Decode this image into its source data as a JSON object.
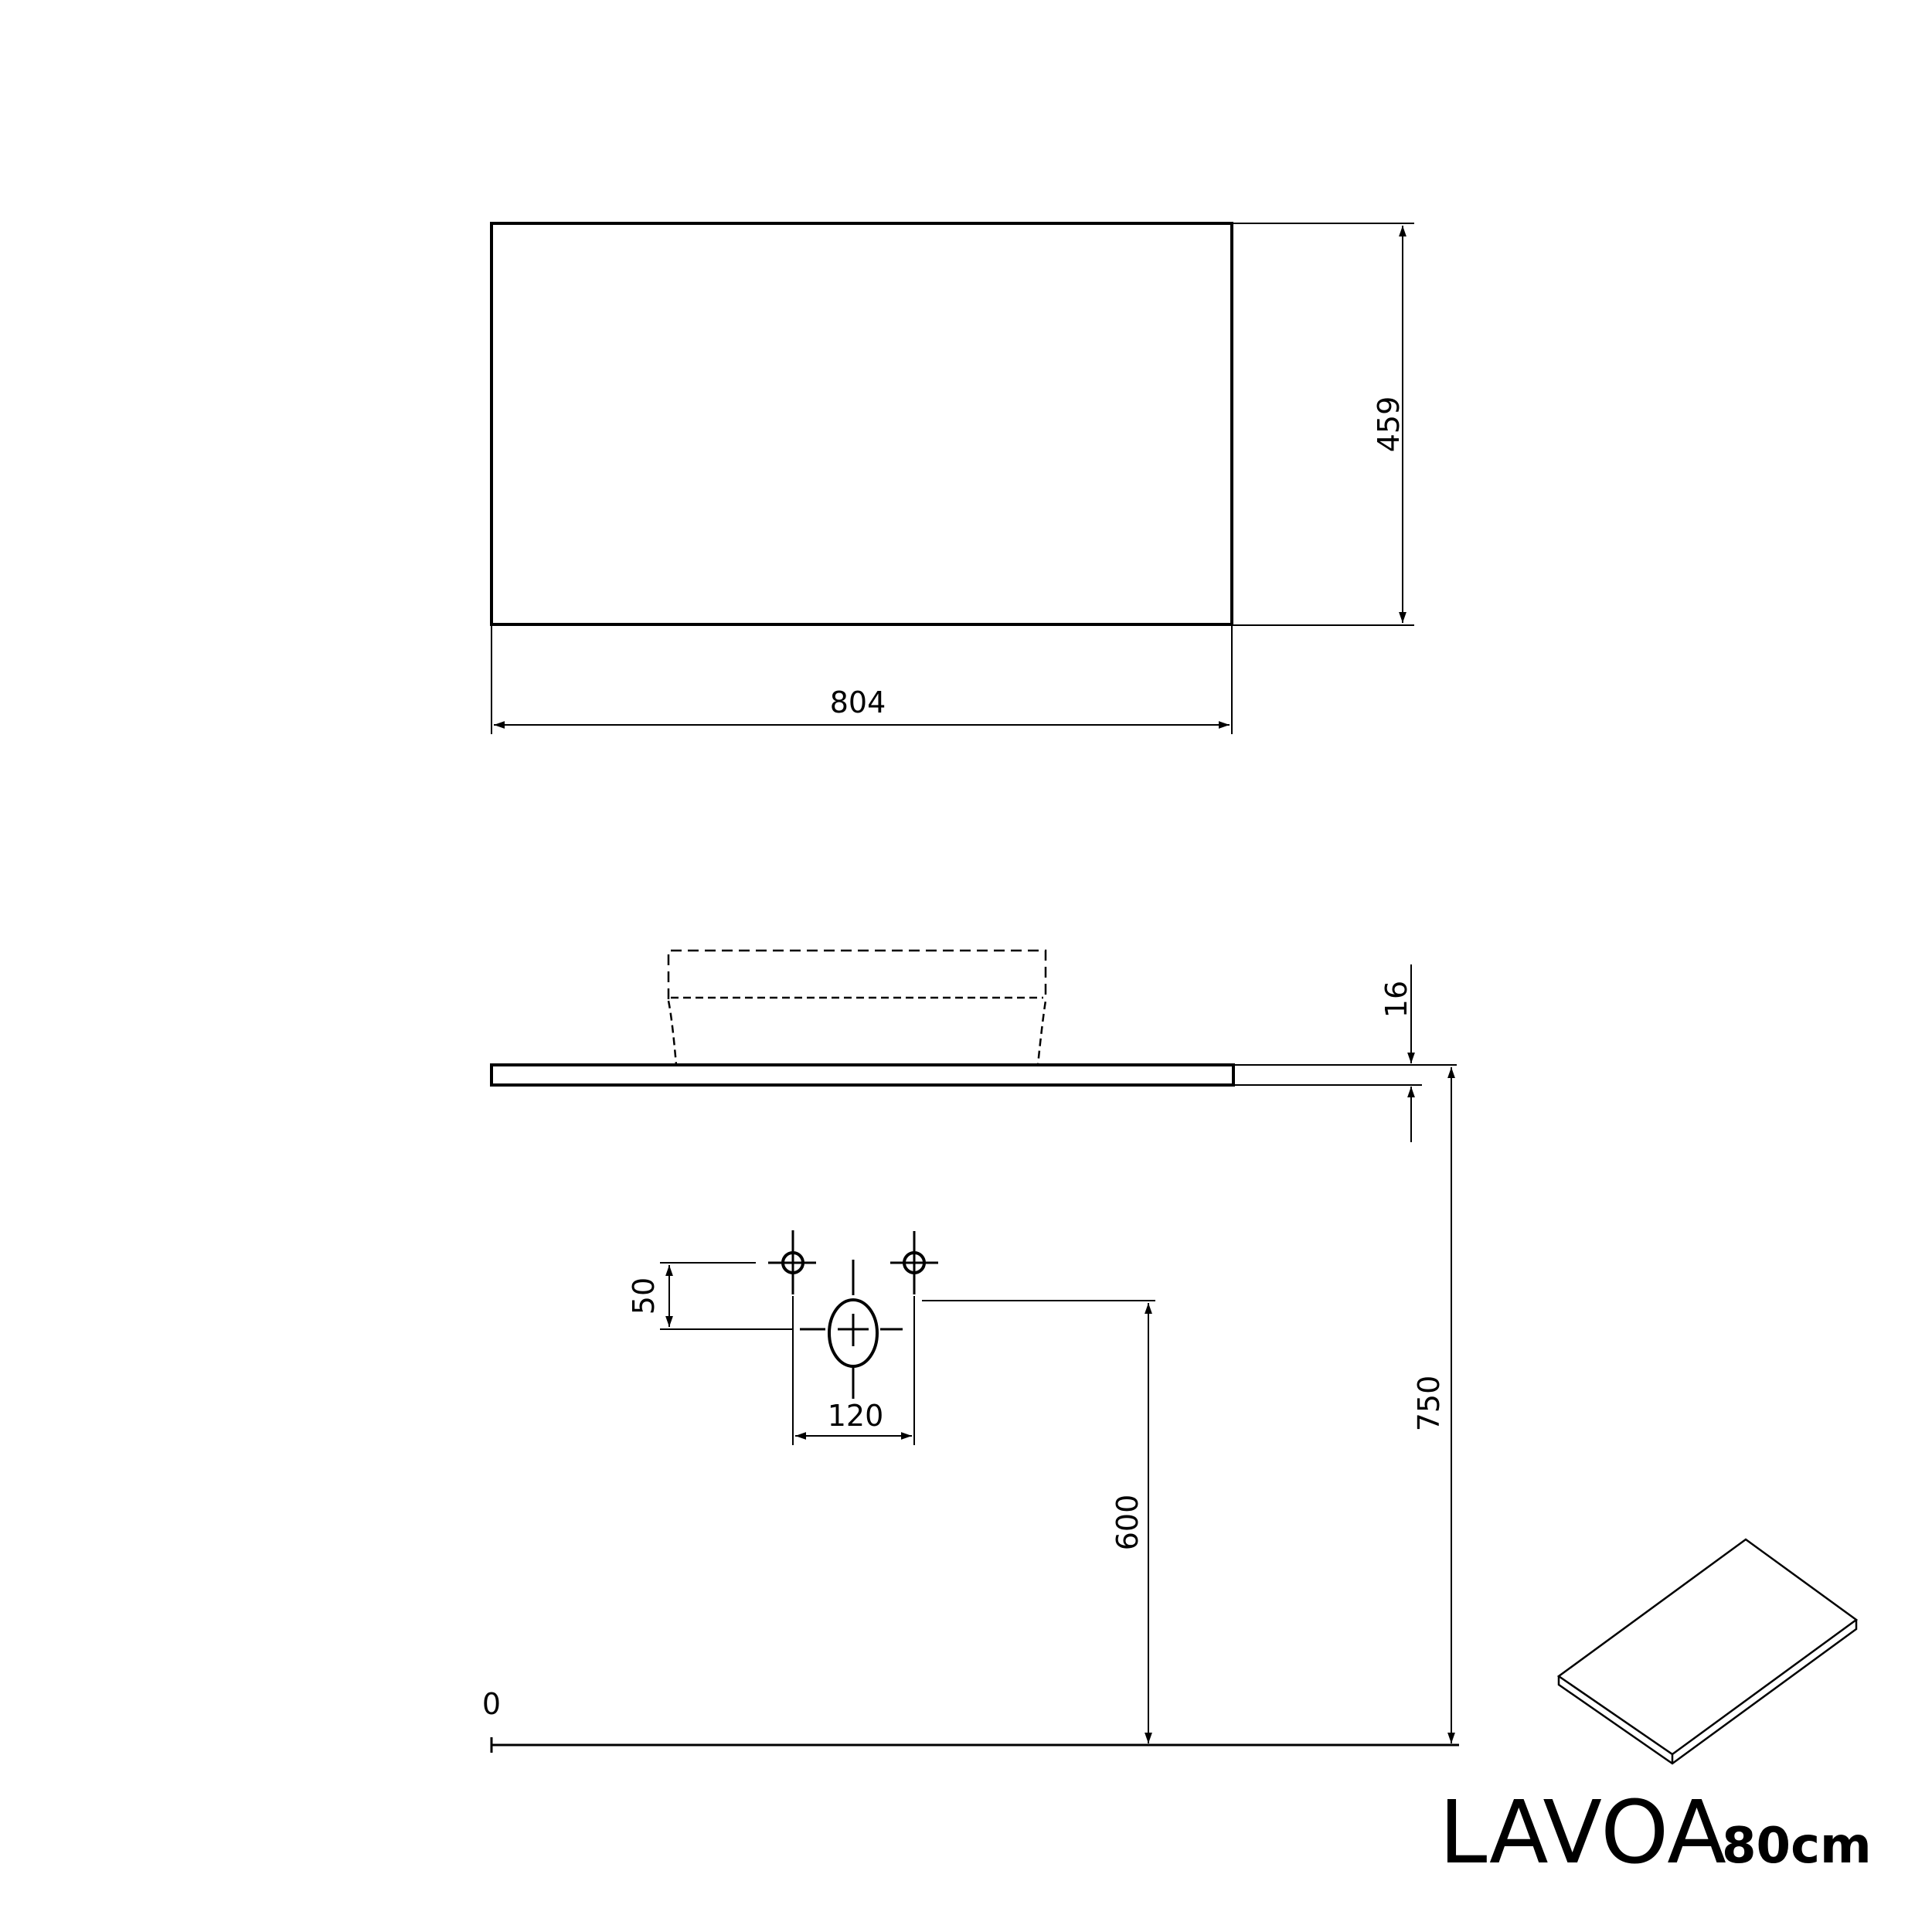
{
  "title": {
    "product": "LAVOA",
    "size": "80cm"
  },
  "top_view": {
    "width_label": "804",
    "depth_label": "459"
  },
  "front_view": {
    "thickness_label": "16",
    "top_height_label": "750",
    "waste_height_label": "600",
    "tap_spacing_label": "120",
    "tap_offset_label": "50",
    "floor_label": "0"
  },
  "colors": {
    "line": "#000000",
    "background": "#ffffff"
  }
}
